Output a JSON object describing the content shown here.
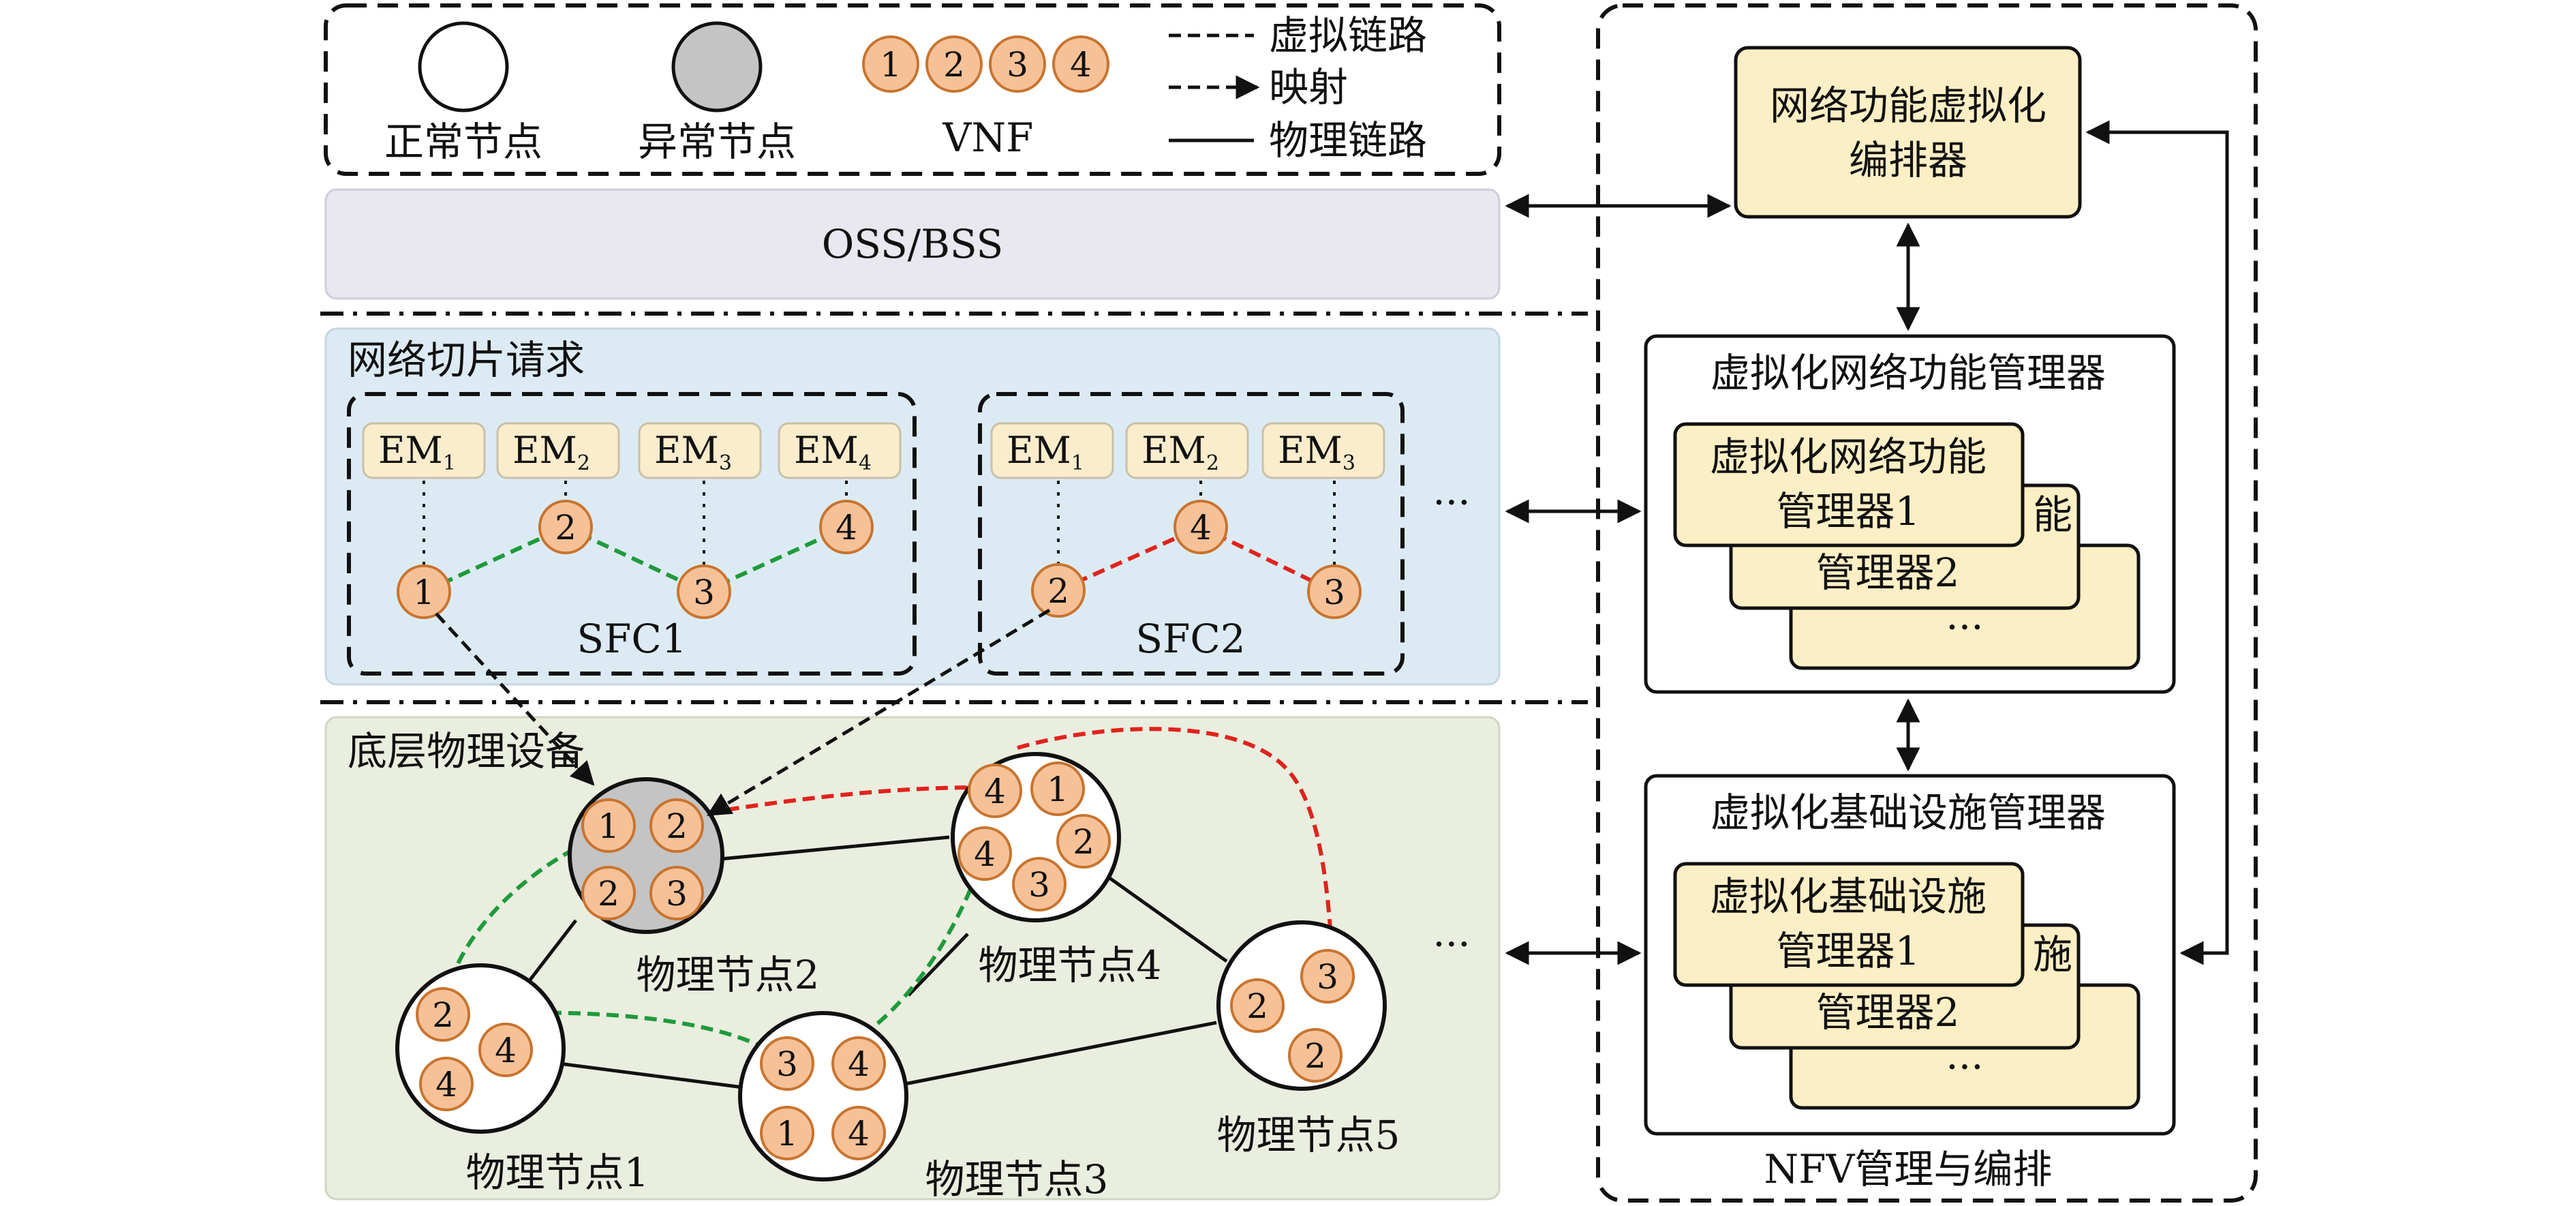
{
  "legend": {
    "normal_node": "正常节点",
    "abnormal_node": "异常节点",
    "vnf_label": "VNF",
    "vnf_numbers": [
      "1",
      "2",
      "3",
      "4"
    ],
    "virtual_link": "虚拟链路",
    "mapping": "映射",
    "physical_link": "物理链路"
  },
  "oss_bss": "OSS/BSS",
  "slice_request": {
    "title": "网络切片请求",
    "ellipsis": "···",
    "sfc1": {
      "name": "SFC1",
      "ems": [
        {
          "base": "EM",
          "sub": "1"
        },
        {
          "base": "EM",
          "sub": "2"
        },
        {
          "base": "EM",
          "sub": "3"
        },
        {
          "base": "EM",
          "sub": "4"
        }
      ],
      "vnfs": [
        "1",
        "2",
        "3",
        "4"
      ]
    },
    "sfc2": {
      "name": "SFC2",
      "ems": [
        {
          "base": "EM",
          "sub": "1"
        },
        {
          "base": "EM",
          "sub": "2"
        },
        {
          "base": "EM",
          "sub": "3"
        }
      ],
      "vnfs": [
        "2",
        "4",
        "3"
      ]
    }
  },
  "physical": {
    "title": "底层物理设备",
    "ellipsis": "···",
    "nodes": [
      {
        "label": "物理节点1",
        "vnfs": [
          "2",
          "4",
          "4"
        ]
      },
      {
        "label": "物理节点2",
        "vnfs": [
          "1",
          "2",
          "2",
          "3"
        ],
        "status": "abnormal"
      },
      {
        "label": "物理节点3",
        "vnfs": [
          "3",
          "4",
          "1",
          "4"
        ]
      },
      {
        "label": "物理节点4",
        "vnfs": [
          "4",
          "1",
          "4",
          "2",
          "3"
        ]
      },
      {
        "label": "物理节点5",
        "vnfs": [
          "3",
          "2",
          "2"
        ]
      }
    ]
  },
  "mano": {
    "title": "NFV管理与编排",
    "nfvo": [
      "网络功能虚拟化",
      "编排器"
    ],
    "vnfm": {
      "title": "虚拟化网络功能管理器",
      "card1": [
        "虚拟化网络功能",
        "管理器1"
      ],
      "card2_tail": "能",
      "card2": "管理器2",
      "card3": "···"
    },
    "vim": {
      "title": "虚拟化基础设施管理器",
      "card1": [
        "虚拟化基础设施",
        "管理器1"
      ],
      "card2_tail": "施",
      "card2": "管理器2",
      "card3": "···"
    }
  },
  "colors": {
    "vnf_fill": "#f6c197",
    "vnf_stroke": "#c8742f",
    "em_fill": "#fbeccc",
    "mano_fill": "#fdefc5",
    "oss_fill": "#e9e7ef",
    "slice_bg": "#dcebf3",
    "physical_bg": "#e9eedf",
    "abnormal_fill": "#c4c4c4",
    "green_link": "#1f9a3b",
    "red_link": "#e0231c"
  }
}
